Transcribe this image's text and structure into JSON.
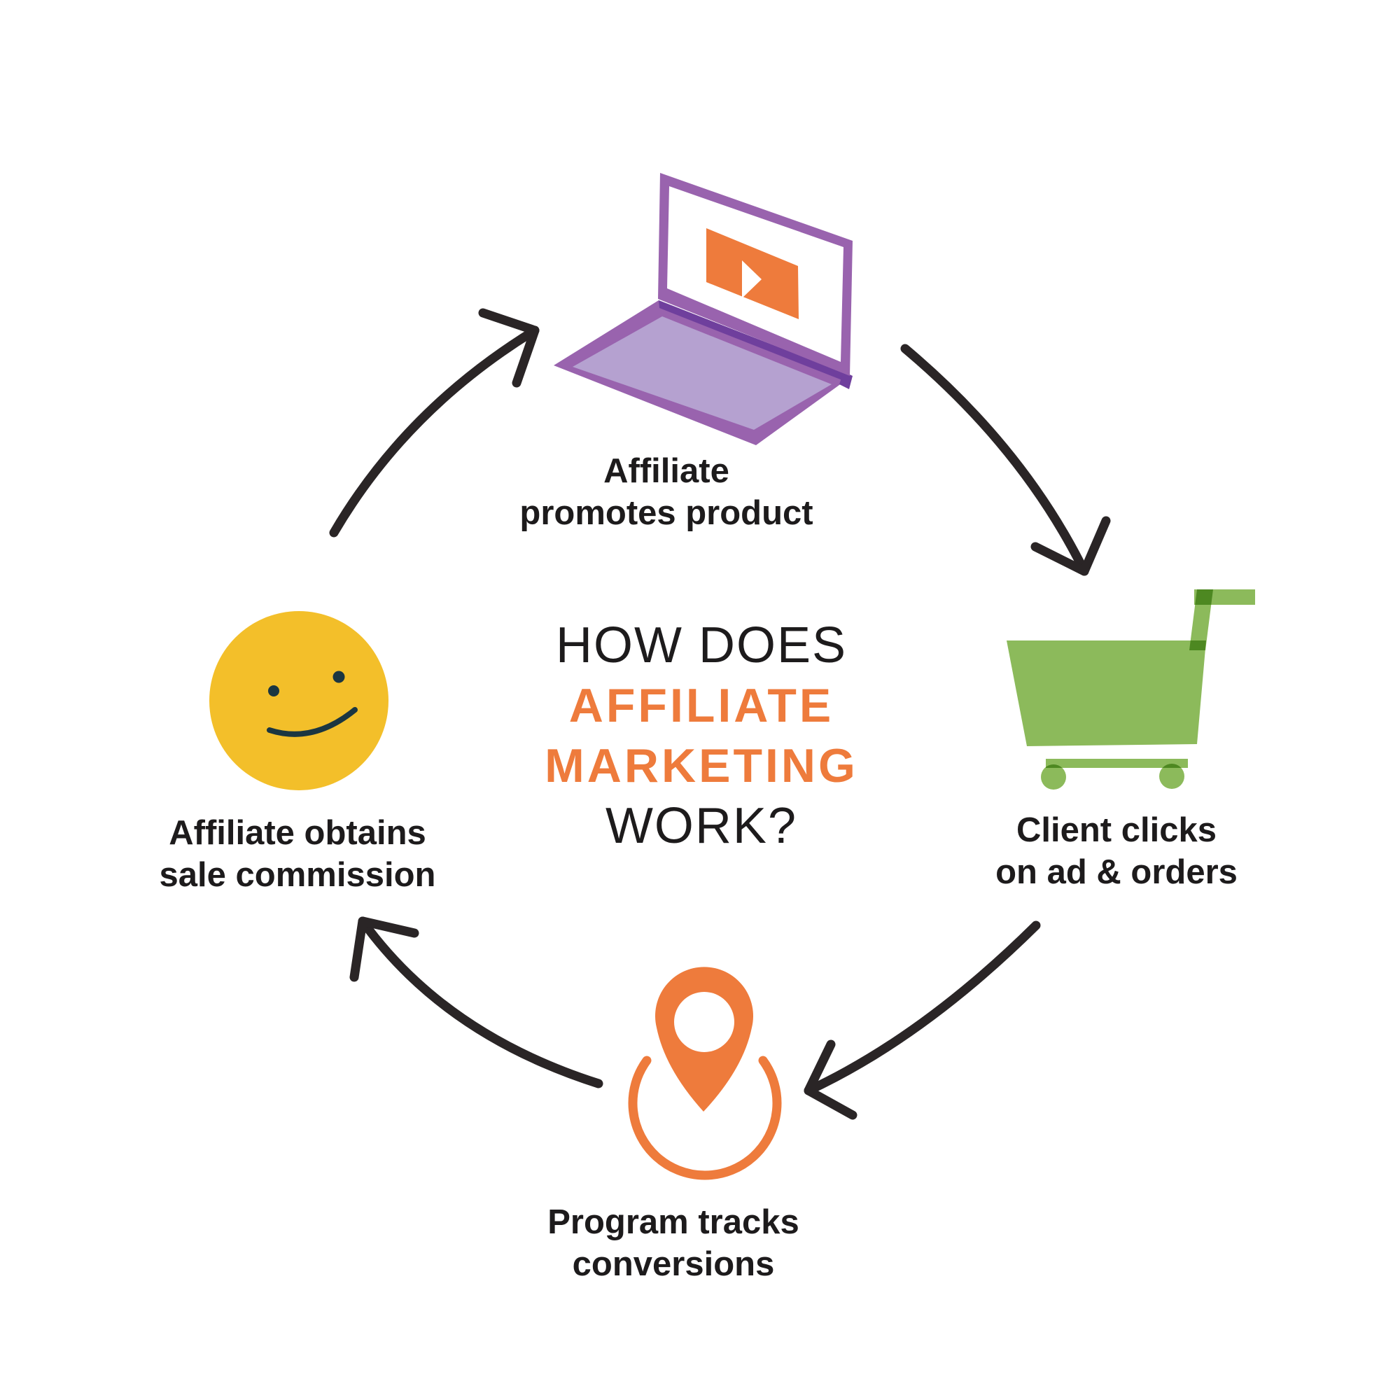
{
  "title": {
    "line1": "HOW DOES",
    "line2": "AFFILIATE",
    "line3": "MARKETING",
    "line4": "WORK?"
  },
  "steps": [
    {
      "id": "affiliate-promotes-product",
      "icon": "laptop-video-icon",
      "line1": "Affiliate",
      "line2": "promotes product"
    },
    {
      "id": "client-clicks-orders",
      "icon": "shopping-cart-icon",
      "line1": "Client clicks",
      "line2": "on ad & orders"
    },
    {
      "id": "program-tracks-conversions",
      "icon": "location-pin-icon",
      "line1": "Program tracks",
      "line2": "conversions"
    },
    {
      "id": "affiliate-obtains-commission",
      "icon": "smiley-face-icon",
      "line1": "Affiliate obtains",
      "line2": "sale commission"
    }
  ],
  "colors": {
    "background": "#ffffff",
    "text_dark": "#1d1b1c",
    "arrow": "#2a2526",
    "orange": "#ee7b3c",
    "green": "#8cba5b",
    "purple": "#9963ae",
    "purple_light": "#b5a1d0",
    "purple_dark": "#6f3f9d",
    "yellow": "#f3bf2a",
    "navy": "#1b3641",
    "white": "#ffffff"
  }
}
